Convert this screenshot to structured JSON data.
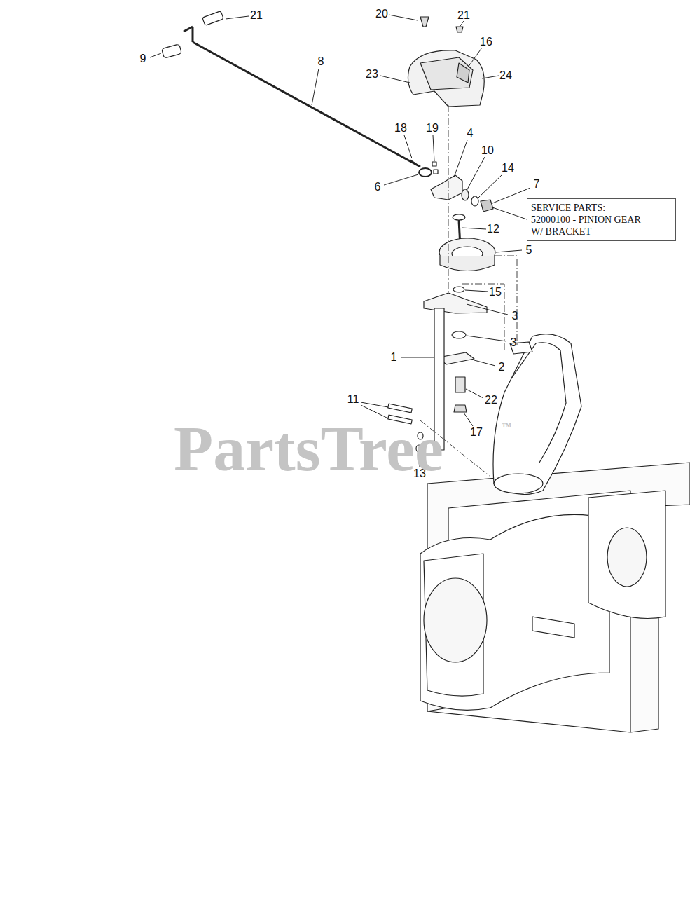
{
  "diagram": {
    "nodes": [
      {
        "text": [
          "SERVICE PARTS: 52000100 - PINION GEAR W/ BRACKET"
        ]
      }
    ],
    "labels": [
      "21",
      "9",
      "20",
      "21",
      "16",
      "8",
      "23",
      "24",
      "18",
      "19",
      "4",
      "10",
      "14",
      "7",
      "6",
      "12",
      "5",
      "15",
      "3",
      "1",
      "3",
      "2",
      "22",
      "11",
      "17",
      "13",
      "PartsTree",
      "™"
    ]
  }
}
